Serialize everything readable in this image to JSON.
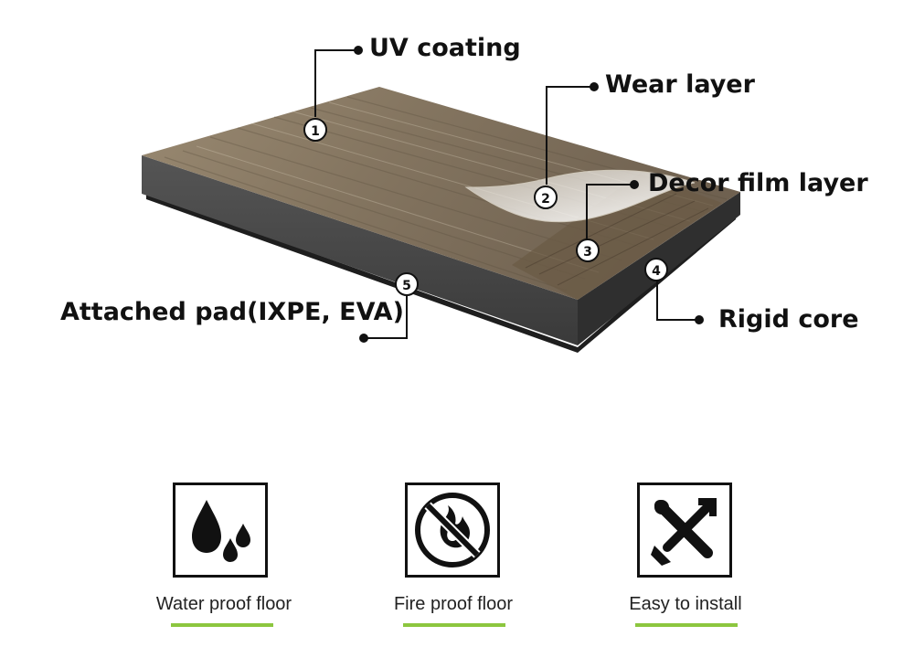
{
  "layers": [
    {
      "number": "1",
      "label": "UV coating"
    },
    {
      "number": "2",
      "label": "Wear layer"
    },
    {
      "number": "3",
      "label": "Decor film layer"
    },
    {
      "number": "4",
      "label": "Rigid core"
    },
    {
      "number": "5",
      "label": "Attached pad(IXPE, EVA)"
    }
  ],
  "features": [
    {
      "label": "Water proof floor",
      "icon": "water-drops-icon"
    },
    {
      "label": "Fire proof floor",
      "icon": "no-fire-icon"
    },
    {
      "label": "Easy to install",
      "icon": "tools-icon"
    }
  ],
  "colors": {
    "core": "#4a4a4a",
    "core_dark": "#2e2e2e",
    "wood": "#8f8068",
    "wood_dark": "#6e5f49",
    "accent_underline": "#8cc63f",
    "text": "#111111"
  }
}
